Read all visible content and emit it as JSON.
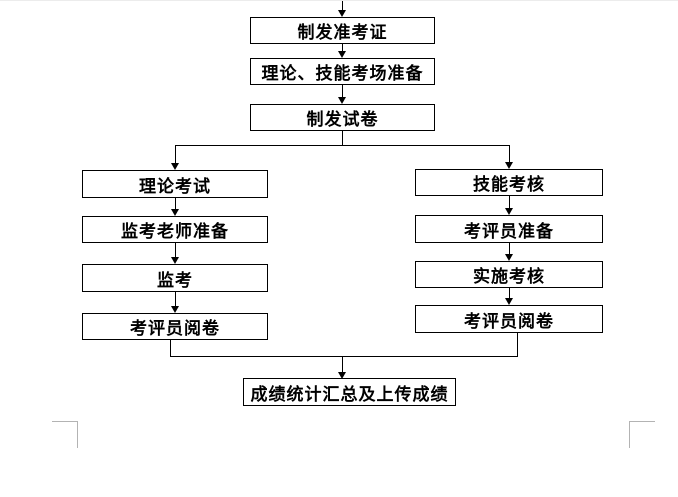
{
  "flowchart": {
    "top_chain": [
      {
        "id": "issue-admission-ticket",
        "label": "制发准考证"
      },
      {
        "id": "theory-skill-exam-room-prep",
        "label": "理论、技能考场准备"
      },
      {
        "id": "issue-test-papers",
        "label": "制发试卷"
      }
    ],
    "left_branch": [
      {
        "id": "theory-exam",
        "label": "理论考试"
      },
      {
        "id": "invigilator-prep",
        "label": "监考老师准备"
      },
      {
        "id": "invigilation",
        "label": "监考"
      },
      {
        "id": "examiner-grading-theory",
        "label": "考评员阅卷"
      }
    ],
    "right_branch": [
      {
        "id": "skill-assessment",
        "label": "技能考核"
      },
      {
        "id": "examiner-prep",
        "label": "考评员准备"
      },
      {
        "id": "conduct-assessment",
        "label": "实施考核"
      },
      {
        "id": "examiner-grading-skill",
        "label": "考评员阅卷"
      }
    ],
    "final": {
      "id": "score-summary-upload",
      "label": "成绩统计汇总及上传成绩"
    },
    "edges": [
      {
        "from": "offscreen-start",
        "to": "issue-admission-ticket"
      },
      {
        "from": "issue-admission-ticket",
        "to": "theory-skill-exam-room-prep"
      },
      {
        "from": "theory-skill-exam-room-prep",
        "to": "issue-test-papers"
      },
      {
        "from": "issue-test-papers",
        "to": "theory-exam"
      },
      {
        "from": "issue-test-papers",
        "to": "skill-assessment"
      },
      {
        "from": "theory-exam",
        "to": "invigilator-prep"
      },
      {
        "from": "invigilator-prep",
        "to": "invigilation"
      },
      {
        "from": "invigilation",
        "to": "examiner-grading-theory"
      },
      {
        "from": "skill-assessment",
        "to": "examiner-prep"
      },
      {
        "from": "examiner-prep",
        "to": "conduct-assessment"
      },
      {
        "from": "conduct-assessment",
        "to": "examiner-grading-skill"
      },
      {
        "from": "examiner-grading-theory",
        "to": "score-summary-upload"
      },
      {
        "from": "examiner-grading-skill",
        "to": "score-summary-upload"
      }
    ]
  },
  "colors": {
    "line": "#000000",
    "box_border": "#000000",
    "box_fill": "#ffffff",
    "background": "#ffffff",
    "margin_mark": "#b3b3b3"
  }
}
